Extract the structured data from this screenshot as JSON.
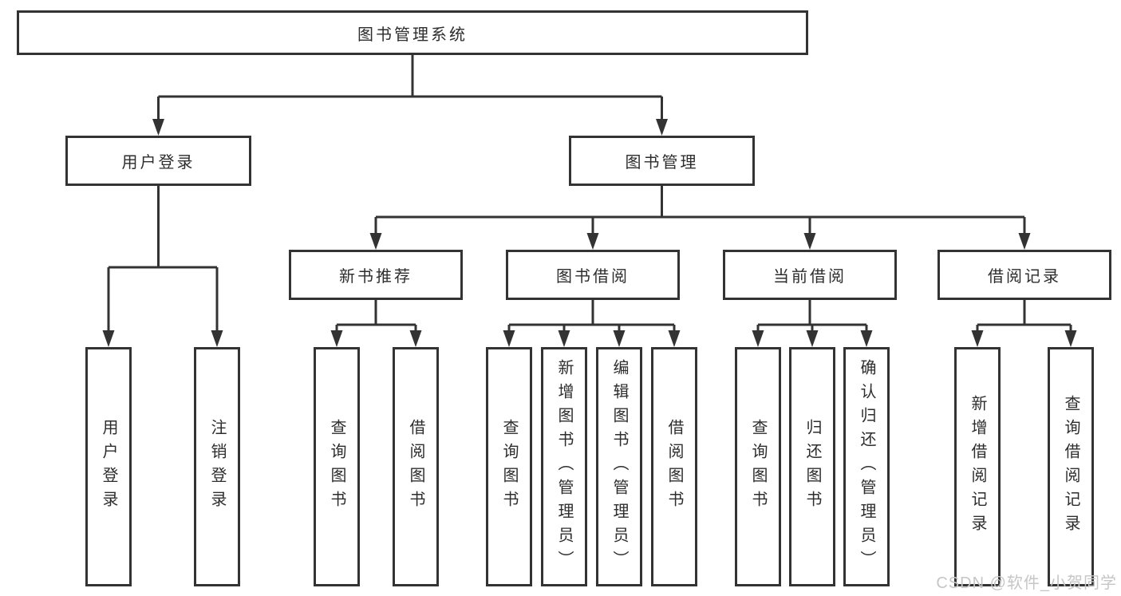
{
  "tree": {
    "root": "图书管理系统",
    "level2": {
      "user_login": "用户登录",
      "book_management": "图书管理"
    },
    "level3": {
      "new_books": "新书推荐",
      "book_borrow": "图书借阅",
      "current_borrow": "当前借阅",
      "borrow_records": "借阅记录"
    },
    "leaves": {
      "user_login": [
        "用户登录",
        "注销登录"
      ],
      "new_books": [
        "查询图书",
        "借阅图书"
      ],
      "book_borrow": [
        "查询图书",
        "新增图书（管理员）",
        "编辑图书（管理员）",
        "借阅图书"
      ],
      "current_borrow": [
        "查询图书",
        "归还图书",
        "确认归还（管理员）"
      ],
      "borrow_records": [
        "新增借阅记录",
        "查询借阅记录"
      ]
    }
  },
  "watermark": "CSDN @软件_小贺同学",
  "colors": {
    "line": "#333333",
    "text": "#2d2d2d",
    "background": "#ffffff",
    "watermark": "#c6c6c6"
  }
}
